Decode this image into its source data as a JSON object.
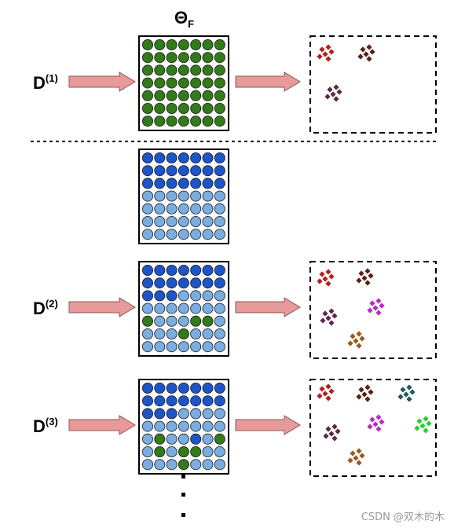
{
  "header": {
    "theta": "Θ",
    "theta_sub": "F"
  },
  "rows": [
    {
      "id": "row-1",
      "label": "D",
      "superscript": "(1)",
      "grid": [
        "GGGGGGG",
        "GGGGGGG",
        "GGGGGGG",
        "GGGGGGG",
        "GGGGGGG",
        "GGGGGGG",
        "GGGGGGG"
      ],
      "clusters": [
        "#b51f1f",
        "#5a2114",
        "#5c2848"
      ]
    },
    {
      "id": "row-blank",
      "label": "",
      "superscript": "",
      "grid": [
        "BBBBBBB",
        "BBBBBBB",
        "BBBBBBB",
        "LLLLLLL",
        "LLLLLLL",
        "LLLLLLL",
        "LLLLLLL"
      ],
      "clusters": []
    },
    {
      "id": "row-2",
      "label": "D",
      "superscript": "(2)",
      "grid": [
        "BBBBBBB",
        "BBBBBBB",
        "BBBLLLL",
        "LLLLLLL",
        "GLLLGGL",
        "LLLGLLL",
        "LLLLLLL"
      ],
      "clusters": [
        "#b51f1f",
        "#5a2114",
        "#b82cc4",
        "#5c2848",
        "#9a5a1c"
      ]
    },
    {
      "id": "row-3",
      "label": "D",
      "superscript": "(3)",
      "grid": [
        "BBBBBBB",
        "BBBBBBB",
        "BBBLLLL",
        "LLLLLLL",
        "LGLLBLG",
        "LGLGGLL",
        "LLLGLLL"
      ],
      "clusters": [
        "#b51f1f",
        "#5a2114",
        "#1f5a5c",
        "#b82cc4",
        "#26d12c",
        "#5c2848",
        "#9a5a1c"
      ]
    }
  ],
  "colors": {
    "green": "#327a1a",
    "dark_blue": "#1d55c9",
    "light_blue": "#7aaee0",
    "arrow_fill": "#e8999a",
    "arrow_stroke": "#8a5656"
  },
  "continuation": "⋮",
  "watermark": "CSDN @双木的木"
}
